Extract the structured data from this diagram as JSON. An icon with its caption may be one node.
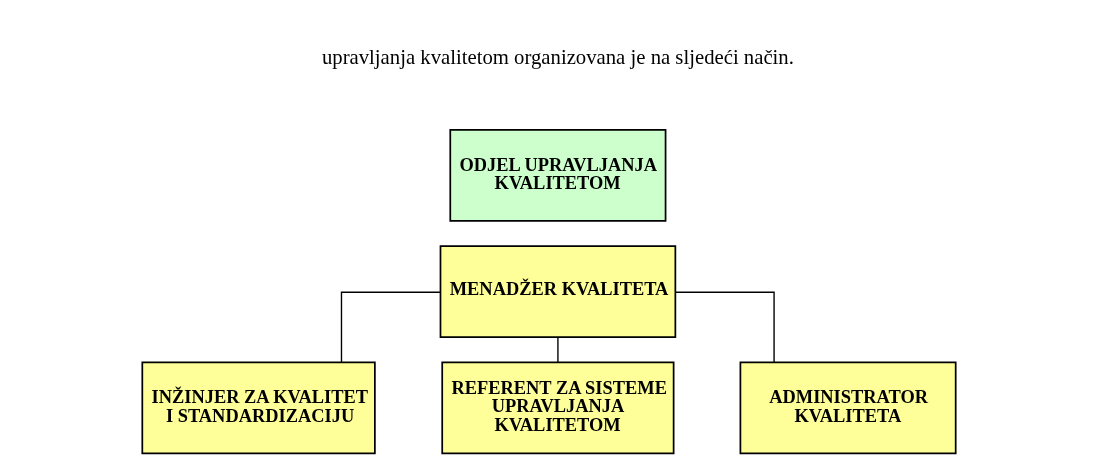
{
  "diagram": {
    "nodes": [
      {
        "text": [
          "ODJEL UPRAVLJANJA KVALITETOM"
        ]
      },
      {
        "text": [
          "MENADŽER KVALITETA"
        ]
      },
      {
        "text": [
          "INŽINJER ZA KVALITET I STANDARDIZACIJU"
        ]
      },
      {
        "text": [
          "REFERENT ZA SISTEME UPRAVLJANJA KVALITETOM"
        ]
      },
      {
        "text": [
          "ADMINISTRATOR KVALITETA"
        ]
      }
    ],
    "edges": [
      {
        "from": 1,
        "to": 2,
        "arrow": "none"
      },
      {
        "from": 1,
        "to": 3,
        "arrow": "none"
      },
      {
        "from": 1,
        "to": 4,
        "arrow": "none"
      }
    ],
    "labels": [
      "upravljanja kvalitetom organizovana je na sljedeći način."
    ]
  }
}
